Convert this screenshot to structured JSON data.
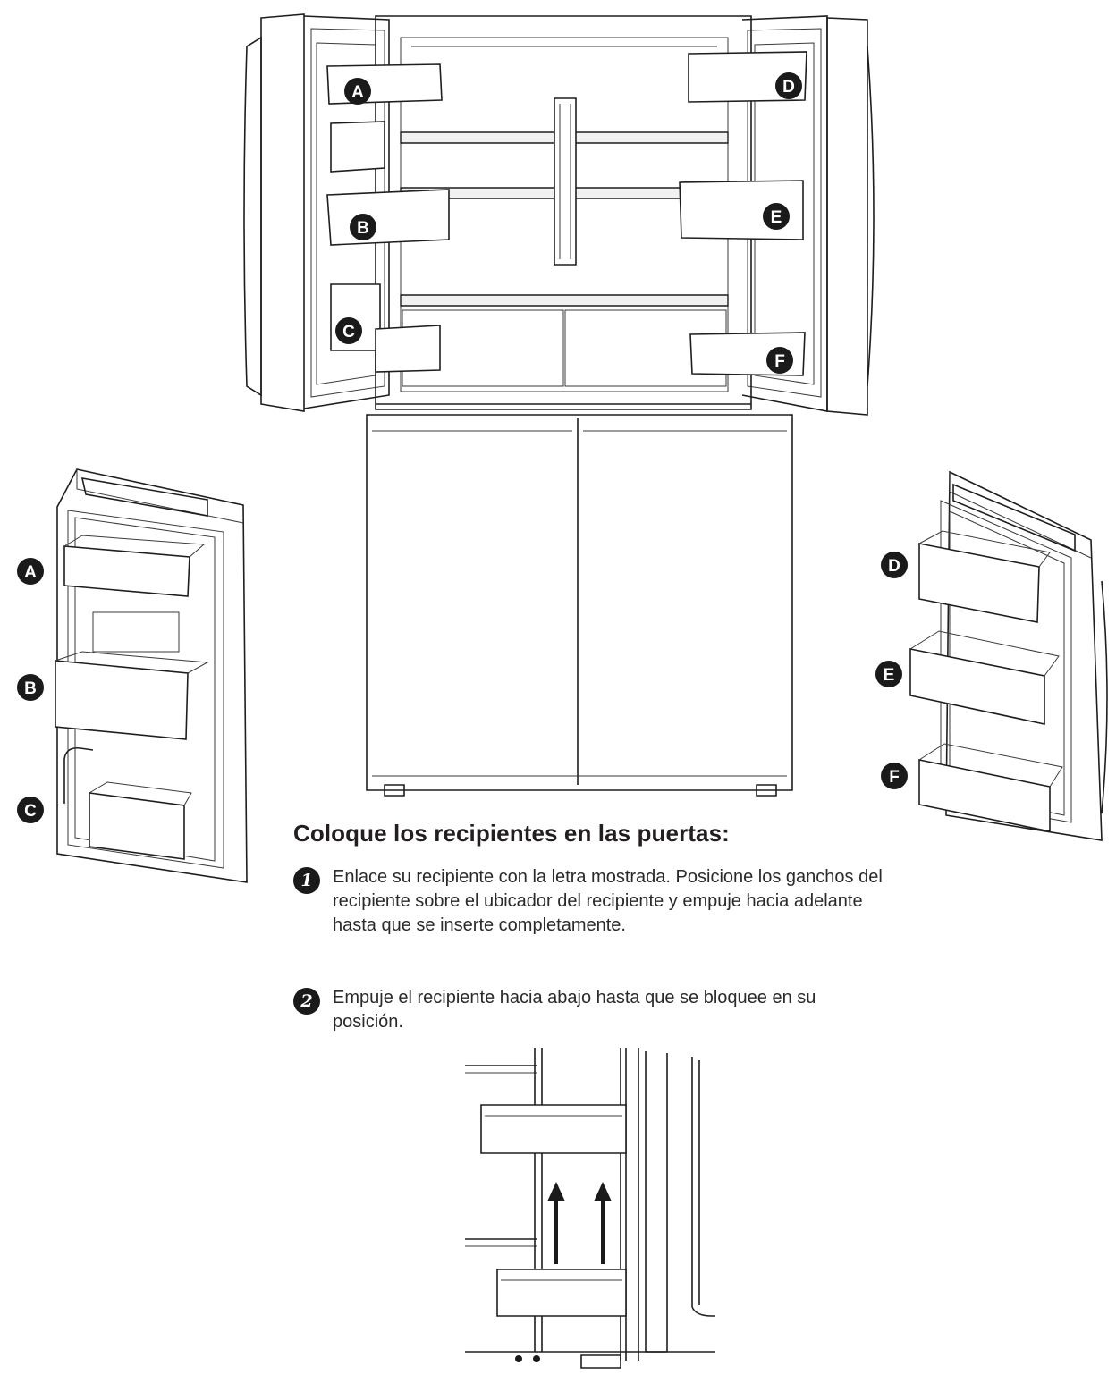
{
  "labels": {
    "fridge": [
      "A",
      "B",
      "C",
      "D",
      "E",
      "F"
    ],
    "left_door": [
      "A",
      "B",
      "C"
    ],
    "right_door": [
      "D",
      "E",
      "F"
    ]
  },
  "instructions": {
    "heading": "Coloque los recipientes en las puertas:",
    "steps": [
      {
        "num": "1",
        "text": "Enlace su recipiente con la letra mostrada. Posicione los ganchos del recipiente sobre el ubicador del recipiente y empuje hacia adelante hasta que se inserte completamente."
      },
      {
        "num": "2",
        "text": "Empuje el recipiente hacia abajo hasta que se bloquee en su posición."
      }
    ]
  },
  "colors": {
    "ink": "#1a1a1a",
    "paper": "#ffffff"
  }
}
